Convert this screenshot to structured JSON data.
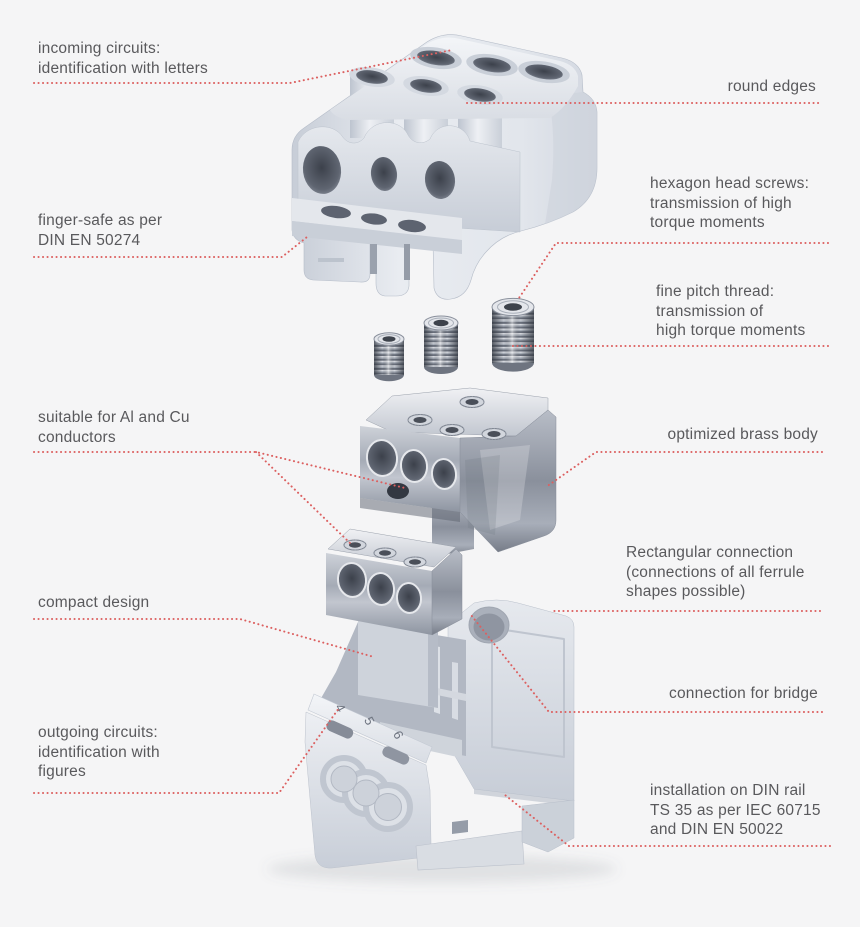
{
  "colors": {
    "background": "#f5f5f6",
    "label_text": "#59595c",
    "leader_dots": "#dc6060",
    "plastic_light": "#e9ecf1",
    "plastic_mid": "#ccd2db",
    "metal_light": "#dfe2e8",
    "metal_dark": "#777d89"
  },
  "product": {
    "outgoing_numbers": [
      "4",
      "5",
      "6"
    ]
  },
  "labels": [
    {
      "id": "incoming-circuits",
      "lines": [
        "incoming circuits:",
        "identification with letters"
      ]
    },
    {
      "id": "round-edges",
      "lines": [
        "round edges"
      ]
    },
    {
      "id": "finger-safe",
      "lines": [
        "finger-safe as per",
        "DIN EN 50274"
      ]
    },
    {
      "id": "hexagon-head-screws",
      "lines": [
        "hexagon head screws:",
        "transmission of high",
        "torque moments"
      ]
    },
    {
      "id": "fine-pitch-thread",
      "lines": [
        "fine pitch thread:",
        "transmission of",
        "high torque moments"
      ]
    },
    {
      "id": "suitable-conductors",
      "lines": [
        "suitable for Al and Cu",
        "conductors"
      ]
    },
    {
      "id": "optimized-brass-body",
      "lines": [
        "optimized brass body"
      ]
    },
    {
      "id": "rectangular-connection",
      "lines": [
        "Rectangular connection",
        "(connections of all ferrule",
        "shapes possible)"
      ]
    },
    {
      "id": "compact-design",
      "lines": [
        "compact design"
      ]
    },
    {
      "id": "connection-for-bridge",
      "lines": [
        "connection for bridge"
      ]
    },
    {
      "id": "outgoing-circuits",
      "lines": [
        "outgoing circuits:",
        "identification with",
        "figures"
      ]
    },
    {
      "id": "din-rail-installation",
      "lines": [
        "installation on DIN rail",
        "TS 35 as per IEC 60715",
        "and DIN EN 50022"
      ]
    }
  ]
}
